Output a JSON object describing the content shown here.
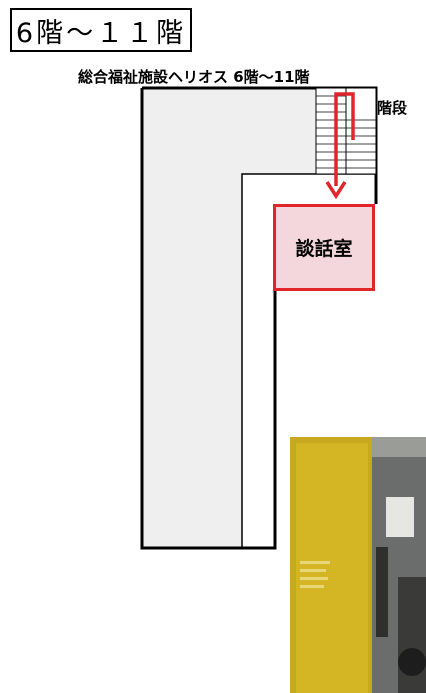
{
  "floor_range": "6階～１１階",
  "building_caption": "総合福祉施設ヘリオス  6階～11階",
  "stairs_label": "階段",
  "room_label": "談話室",
  "colors": {
    "route_arrow": "#e0262b",
    "room_fill": "#f4d7dd",
    "room_border": "#e0262b",
    "corridor_fill": "#efefef"
  },
  "photo": {
    "subject": "yellow-door-entrance-photo"
  }
}
